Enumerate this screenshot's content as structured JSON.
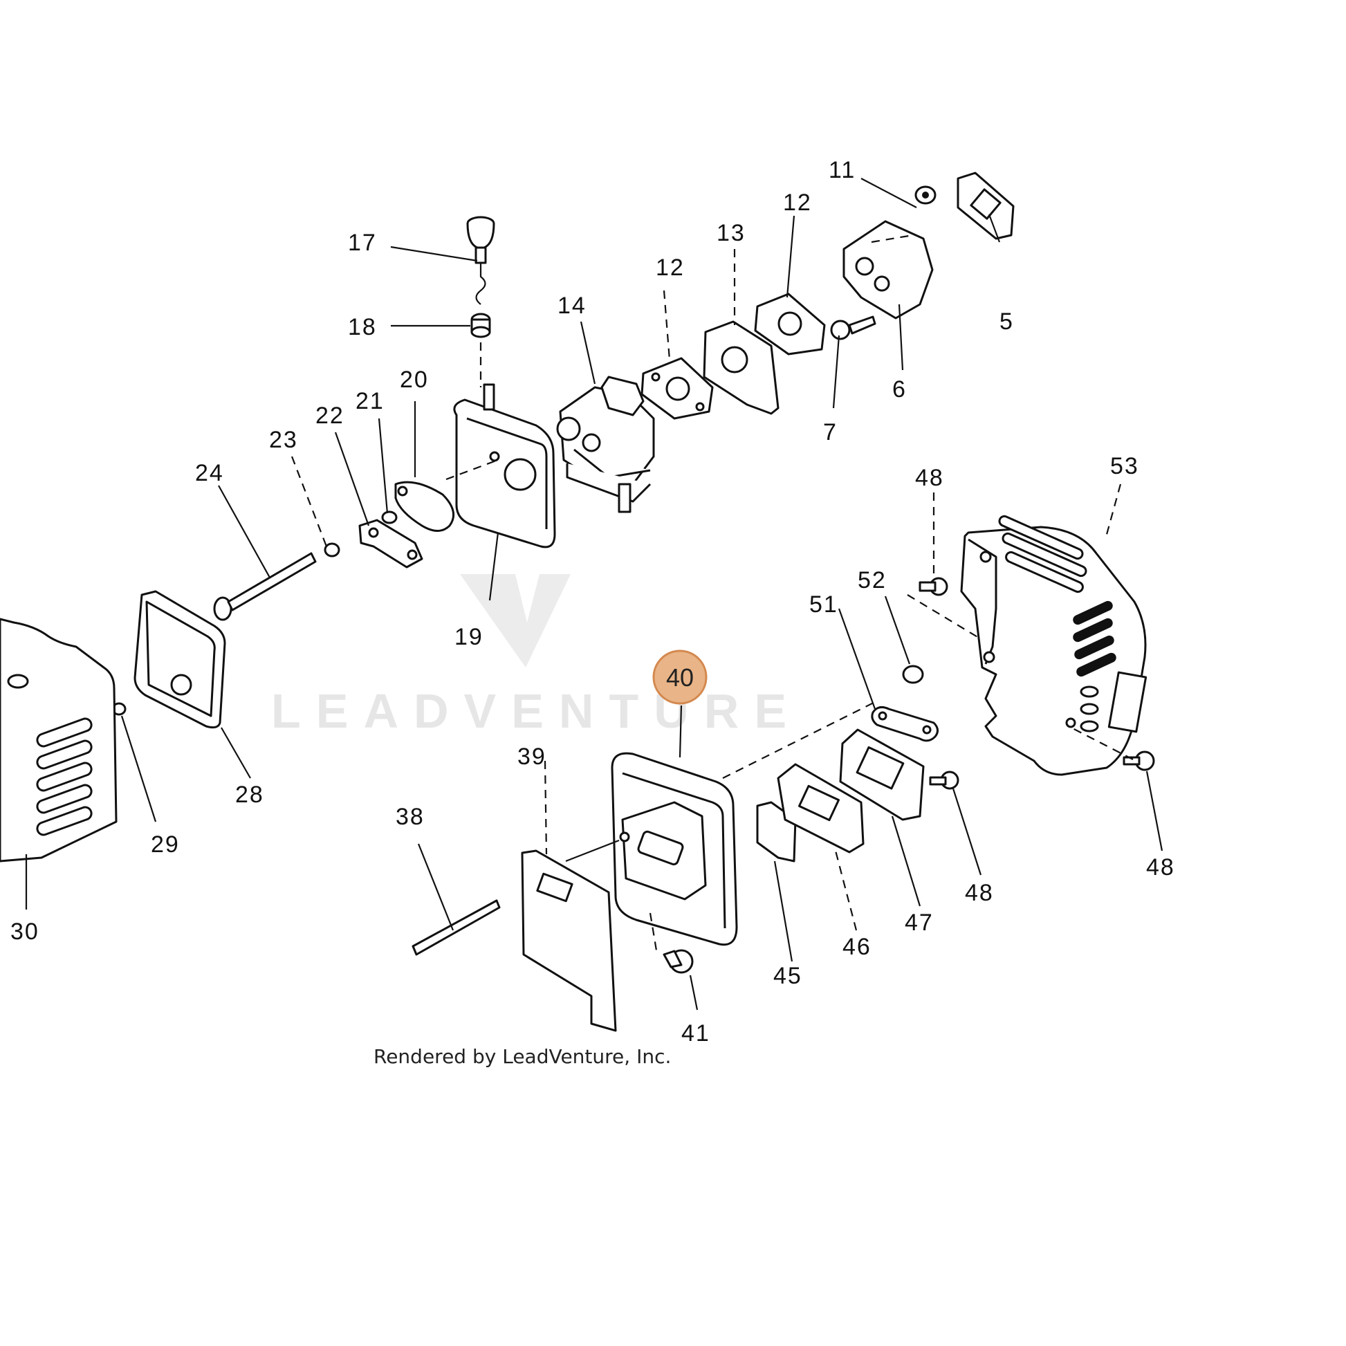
{
  "diagram": {
    "highlighted_part": "40",
    "credit": "Rendered by LeadVenture, Inc.",
    "watermark": "LEADVENTURE",
    "colors": {
      "highlight_fill": "#e9b487",
      "highlight_stroke": "#d4894f",
      "line": "#111111",
      "watermark": "#e6e6e6"
    },
    "callouts": [
      {
        "id": "11",
        "label": "11"
      },
      {
        "id": "12a",
        "label": "12"
      },
      {
        "id": "12b",
        "label": "12"
      },
      {
        "id": "13",
        "label": "13"
      },
      {
        "id": "14",
        "label": "14"
      },
      {
        "id": "17",
        "label": "17"
      },
      {
        "id": "18",
        "label": "18"
      },
      {
        "id": "5",
        "label": "5"
      },
      {
        "id": "6",
        "label": "6"
      },
      {
        "id": "7",
        "label": "7"
      },
      {
        "id": "19",
        "label": "19"
      },
      {
        "id": "20",
        "label": "20"
      },
      {
        "id": "21",
        "label": "21"
      },
      {
        "id": "22",
        "label": "22"
      },
      {
        "id": "23",
        "label": "23"
      },
      {
        "id": "24",
        "label": "24"
      },
      {
        "id": "28",
        "label": "28"
      },
      {
        "id": "29",
        "label": "29"
      },
      {
        "id": "30",
        "label": "30"
      },
      {
        "id": "38",
        "label": "38"
      },
      {
        "id": "39",
        "label": "39"
      },
      {
        "id": "40",
        "label": "40"
      },
      {
        "id": "41",
        "label": "41"
      },
      {
        "id": "45",
        "label": "45"
      },
      {
        "id": "46",
        "label": "46"
      },
      {
        "id": "47",
        "label": "47"
      },
      {
        "id": "48a",
        "label": "48"
      },
      {
        "id": "48b",
        "label": "48"
      },
      {
        "id": "48c",
        "label": "48"
      },
      {
        "id": "51",
        "label": "51"
      },
      {
        "id": "52",
        "label": "52"
      },
      {
        "id": "53",
        "label": "53"
      }
    ]
  }
}
